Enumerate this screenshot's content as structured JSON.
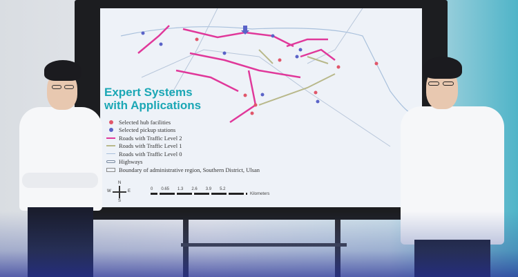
{
  "screen": {
    "title_line1": "Expert Systems",
    "title_line2": "with Applications",
    "legend": [
      {
        "label": "Selected hub facilities",
        "color": "#e0566a",
        "icon": "red-dot"
      },
      {
        "label": "Selected pickup stations",
        "color": "#5a63c8",
        "icon": "blue-dot"
      },
      {
        "label": "Roads with Traffic Level 2",
        "color": "#e0389a",
        "icon": "line"
      },
      {
        "label": "Roads with Traffic Level 1",
        "color": "#b8b88a",
        "icon": "line"
      },
      {
        "label": "Roads with Traffic Level 0",
        "color": "#a8c0dc",
        "icon": "line"
      },
      {
        "label": "Highways",
        "color": "#7a8aa0",
        "icon": "highway-symbol"
      },
      {
        "label": "Boundary of administrative region, Southern District, Ulsan",
        "color": "#888888",
        "icon": "boundary-box"
      }
    ],
    "compass": {
      "n": "N",
      "s": "S",
      "e": "E",
      "w": "W"
    },
    "scale_ticks": [
      "0",
      "0.65",
      "1.3",
      "2.6",
      "3.9",
      "5.2"
    ],
    "scale_unit": "Kilometers"
  }
}
